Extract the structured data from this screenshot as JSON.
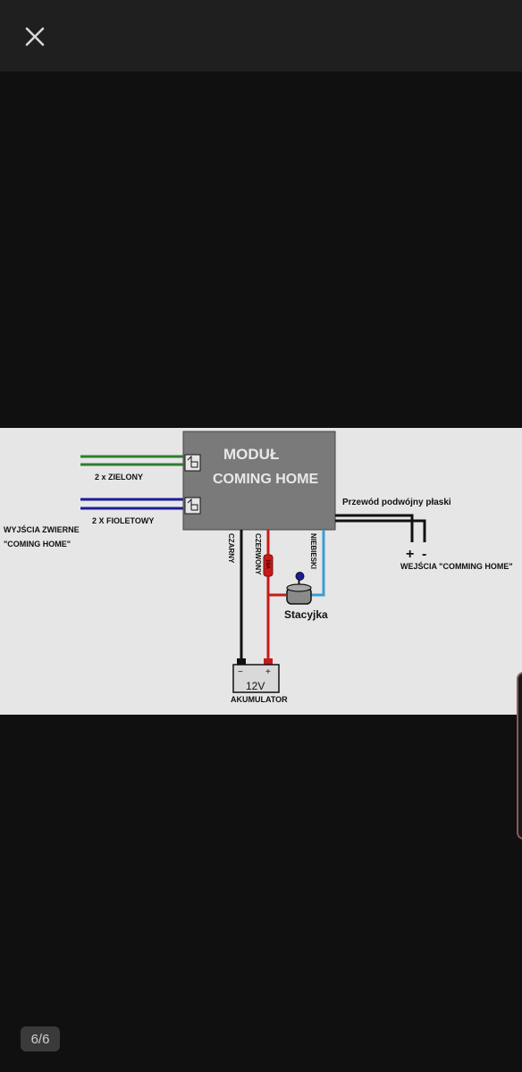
{
  "viewer": {
    "close_icon": "close-icon",
    "counter": "6/6"
  },
  "diagram": {
    "module_title": "MODUŁ",
    "module_subtitle": "COMING HOME",
    "green_label": "2 x ZIELONY",
    "violet_label": "2 X FIOLETOWY",
    "outputs_label_line1": "WYJŚCIA ZWIERNE",
    "outputs_label_line2": "\"COMING HOME\"",
    "flat_wire_label": "Przewód podwójny płaski",
    "inputs_label": "WEJŚCIA \"COMMING HOME\"",
    "plus_sign": "+",
    "minus_sign": "-",
    "black_wire_label": "CZARNY",
    "red_wire_label": "CZERWONY",
    "blue_wire_label": "NIEBIESKI",
    "fuse_label": "10A",
    "ignition_label": "Stacyjka",
    "battery_voltage": "12V",
    "battery_minus": "−",
    "battery_plus": "+",
    "battery_label": "AKUMULATOR",
    "colors": {
      "green": "#2f7d2f",
      "violet": "#1c1c9a",
      "red": "#c81a1a",
      "blue": "#3a9ed6",
      "black": "#111111",
      "module": "#7a7a7a"
    }
  }
}
